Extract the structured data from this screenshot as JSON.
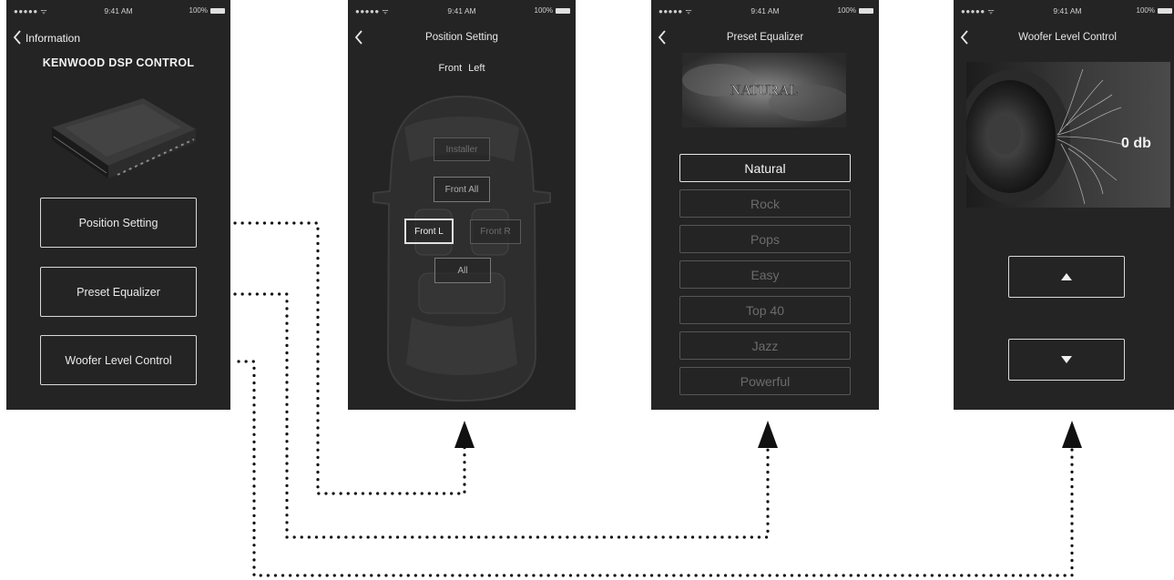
{
  "status_bar": {
    "signal": "●●●●● ᯤ",
    "time": "9:41 AM",
    "battery": "100%"
  },
  "screens": {
    "information": {
      "back_label": "Information",
      "title": "KENWOOD DSP CONTROL",
      "buttons": [
        "Position Setting",
        "Preset Equalizer",
        "Woofer Level Control"
      ]
    },
    "position_setting": {
      "title": "Position Setting",
      "subtitle": "Front  Left",
      "buttons": {
        "installer": "Installer",
        "front_all": "Front All",
        "front_l": "Front  L",
        "front_r": "Front  R",
        "all": "All"
      }
    },
    "preset_equalizer": {
      "title": "Preset Equalizer",
      "banner": "NATURAL",
      "presets": [
        "Natural",
        "Rock",
        "Pops",
        "Easy",
        "Top 40",
        "Jazz",
        "Powerful"
      ],
      "selected": "Natural"
    },
    "woofer_level": {
      "title": "Woofer Level Control",
      "level": "0 db",
      "up_icon": "triangle-up-icon",
      "down_icon": "triangle-down-icon"
    }
  },
  "colors": {
    "screen_bg": "#242424",
    "connector": "#111111"
  }
}
